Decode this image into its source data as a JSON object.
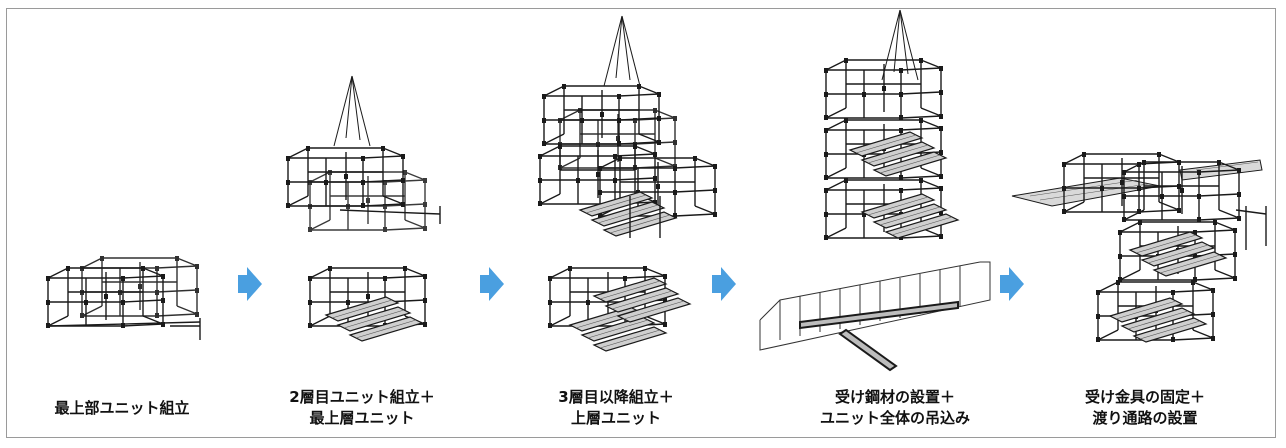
{
  "steps": [
    {
      "id": "step-1",
      "label": "最上部ユニット組立"
    },
    {
      "id": "step-2",
      "label": "2層目ユニット組立＋\n最上層ユニット"
    },
    {
      "id": "step-3",
      "label": "3層目以降組立＋\n上層ユニット"
    },
    {
      "id": "step-4",
      "label": "受け鋼材の設置＋\nユニット全体の吊込み"
    },
    {
      "id": "step-5",
      "label": "受け金具の固定＋\n渡り通路の設置"
    }
  ],
  "colors": {
    "arrow": "#4a9fe0",
    "line": "#1a1a1a",
    "frame": "#9a9a9a",
    "grate": "#555555"
  },
  "icons": [
    "arrow-right-icon"
  ]
}
